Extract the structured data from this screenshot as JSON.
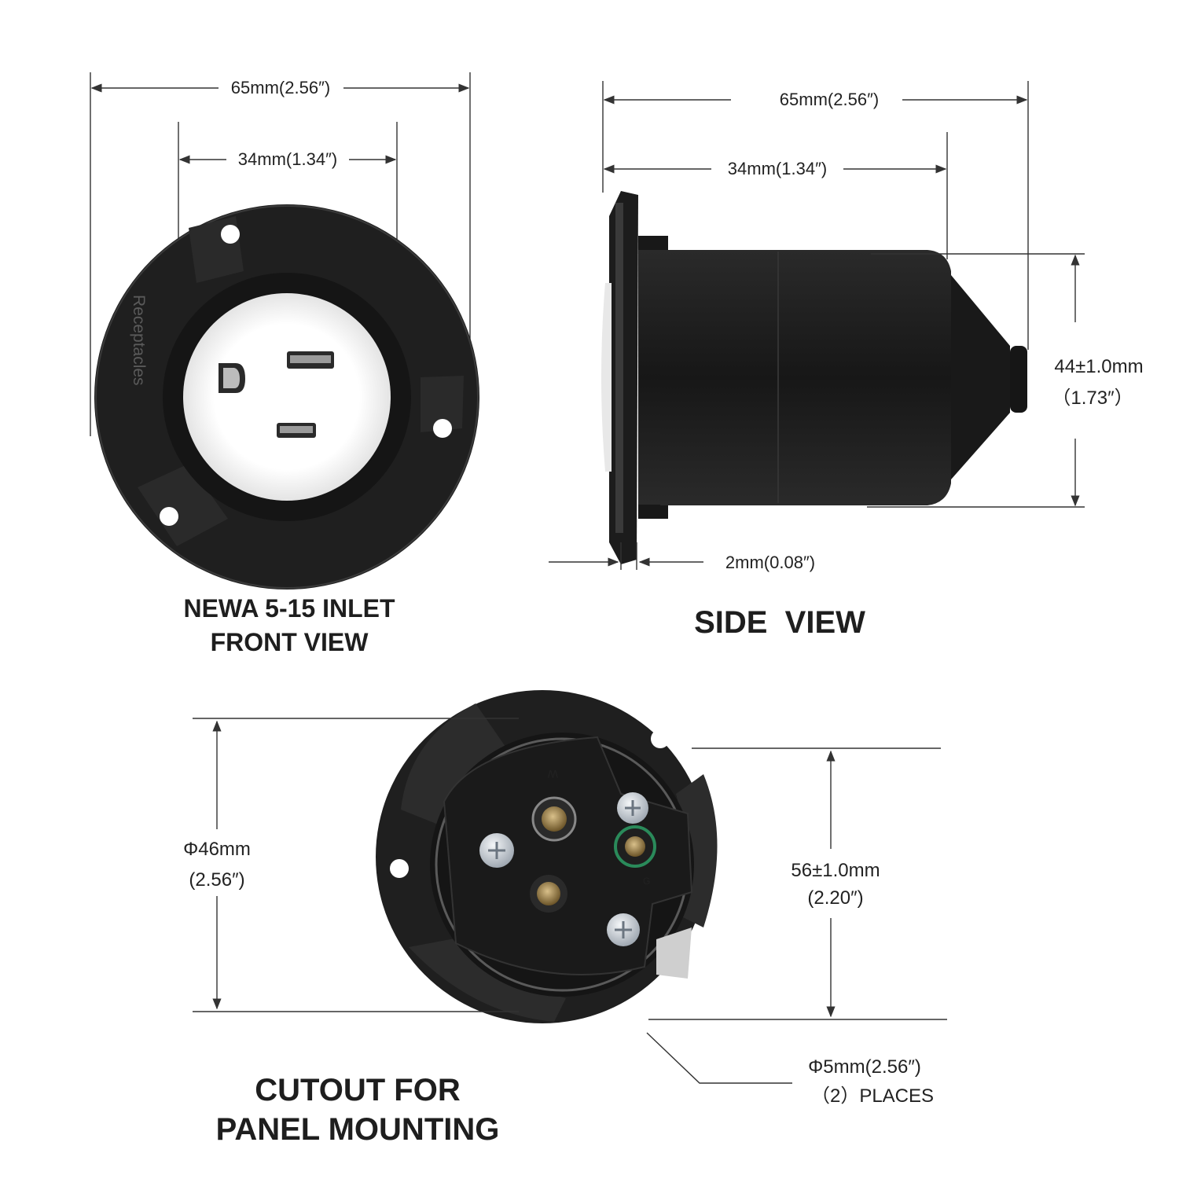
{
  "colors": {
    "background": "#ffffff",
    "body_black": "#1e1e1e",
    "face_white": "#ffffff",
    "dimension_line": "#333333"
  },
  "front_view": {
    "title_line1": "NEWA 5-15 INLET",
    "title_line2": "FRONT VIEW",
    "overall_width": "65mm(2.56″)",
    "face_width": "34mm(1.34″)",
    "flange_embossing": "Receptacles"
  },
  "side_view": {
    "title": "SIDE  VIEW",
    "overall_length": "65mm(2.56″)",
    "body_length": "34mm(1.34″)",
    "diameter_mm": "44±1.0mm",
    "diameter_in": "（1.73″）",
    "flange_thickness": "2mm(0.08″)"
  },
  "rear_view": {
    "title_line1": "CUTOUT FOR",
    "title_line2": "PANEL MOUNTING",
    "cutout_diameter_mm": "Φ46mm",
    "cutout_diameter_in": "(2.56″)",
    "hole_spacing_mm": "56±1.0mm",
    "hole_spacing_in": "(2.20″)",
    "hole_size": "Φ5mm(2.56″)",
    "hole_count": "（2）PLACES",
    "terminal_mark_w": "W",
    "terminal_mark_g": "G"
  }
}
